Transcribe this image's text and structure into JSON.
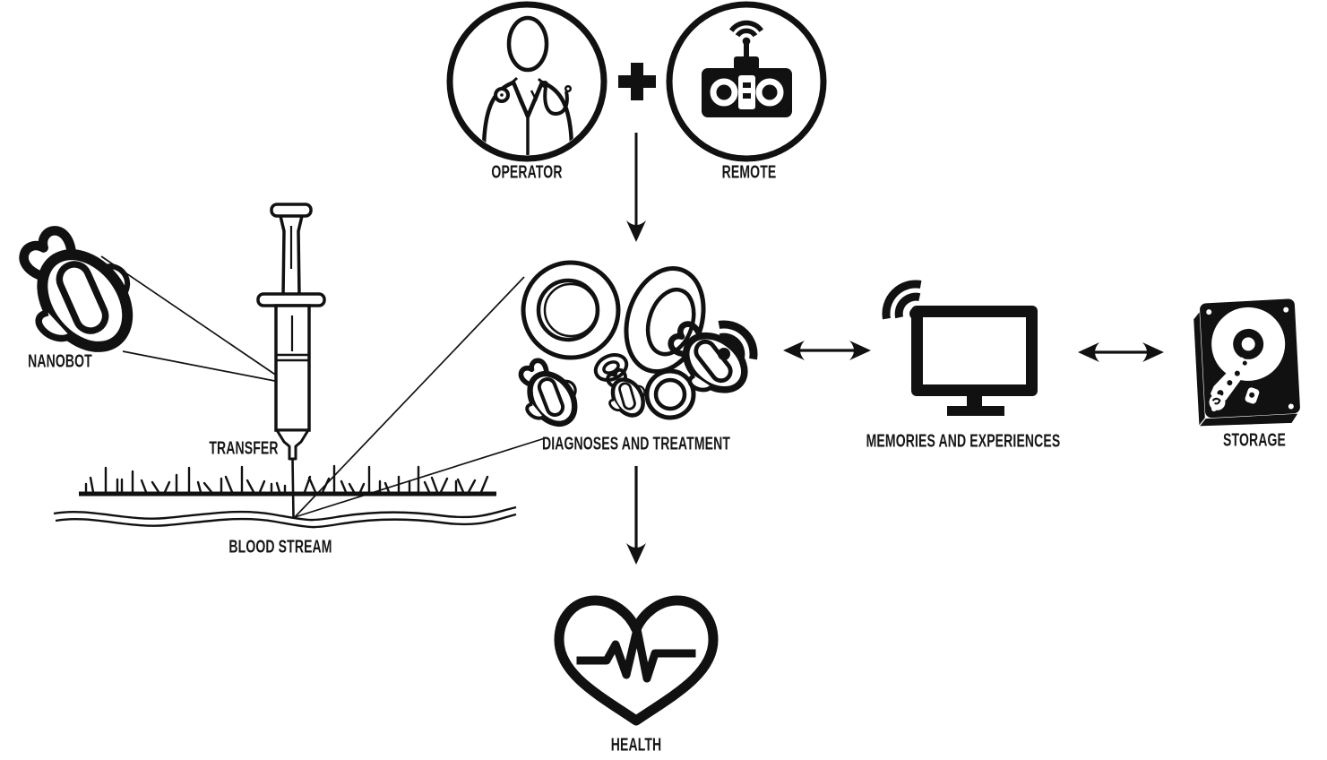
{
  "diagram": {
    "labels": {
      "operator": "OPERATOR",
      "remote": "REMOTE",
      "nanobot": "NANOBOT",
      "transfer": "TRANSFER",
      "blood_stream": "BLOOD STREAM",
      "diagnoses": "DIAGNOSES AND TREATMENT",
      "memories": "MEMORIES AND EXPERIENCES",
      "storage": "STORAGE",
      "health": "HEALTH"
    },
    "icons": {
      "operator": "doctor-icon",
      "plus": "plus-icon",
      "remote": "remote-control-icon",
      "remote_signal": "wifi-signal-icon",
      "nanobot": "nanobot-beetle-icon",
      "transfer": "syringe-icon",
      "blood_stream": "skin-and-vessel-icon",
      "diagnoses": "blood-cells-with-nanobots-icon",
      "diagnoses_signal": "wifi-signal-icon",
      "memories": "computer-monitor-icon",
      "memories_signal": "wifi-signal-icon",
      "storage": "hard-disk-drive-icon",
      "health": "heart-pulse-icon",
      "flow_down_1": "arrow-down-icon",
      "flow_down_2": "arrow-down-icon",
      "link_left": "double-arrow-icon",
      "link_right": "double-arrow-icon"
    },
    "colors": {
      "ink": "#111111",
      "background": "#ffffff"
    }
  }
}
